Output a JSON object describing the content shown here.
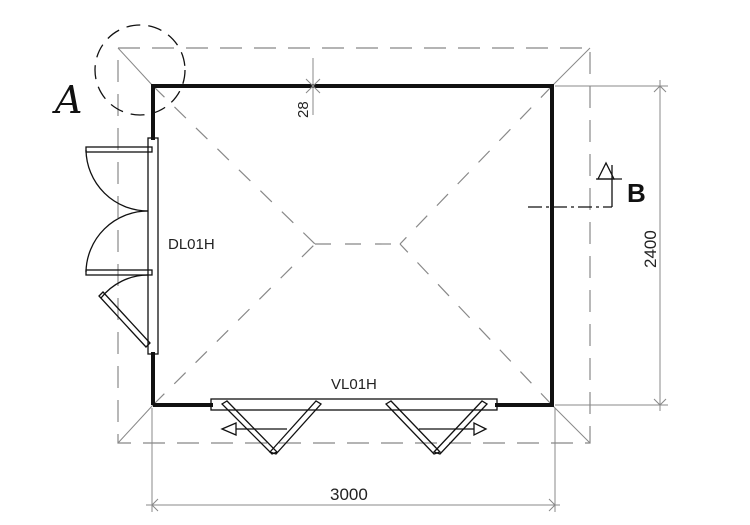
{
  "title": "Floor plan",
  "labels": {
    "detail_marker": "A",
    "section_marker": "B",
    "door_label": "DL01H",
    "window_label": "VL01H"
  },
  "dimensions": {
    "overhang": "28",
    "depth": "2400",
    "width": "3000"
  }
}
